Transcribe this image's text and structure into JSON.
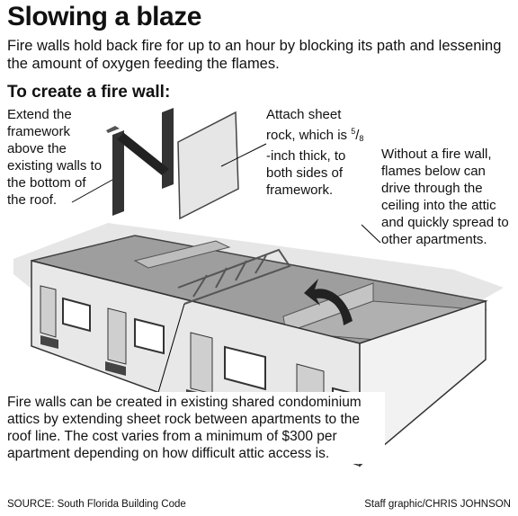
{
  "title": "Slowing a blaze",
  "intro": "Fire walls hold back fire for up to an hour by blocking its path and lessening the amount of oxygen feeding the flames.",
  "subhead": "To create a fire wall:",
  "step1": "Extend the framework above the existing walls to the bottom of the roof.",
  "step2": {
    "before": "Attach sheet rock, which is ",
    "num": "5",
    "slash": "/",
    "den": "8",
    "after": " -inch thick, to both sides of framework."
  },
  "warning": "Without a fire wall, flames below can drive through the ceiling into the attic and quickly spread to other apartments.",
  "caption": "Fire walls can be created in existing shared condominium attics by extending sheet rock between apartments to the roof line. The cost varies from a minimum of $300 per apartment depending on how difficult attic access is.",
  "source": "SOURCE: South Florida Building Code",
  "credit": "Staff graphic/CHRIS JOHNSON"
}
